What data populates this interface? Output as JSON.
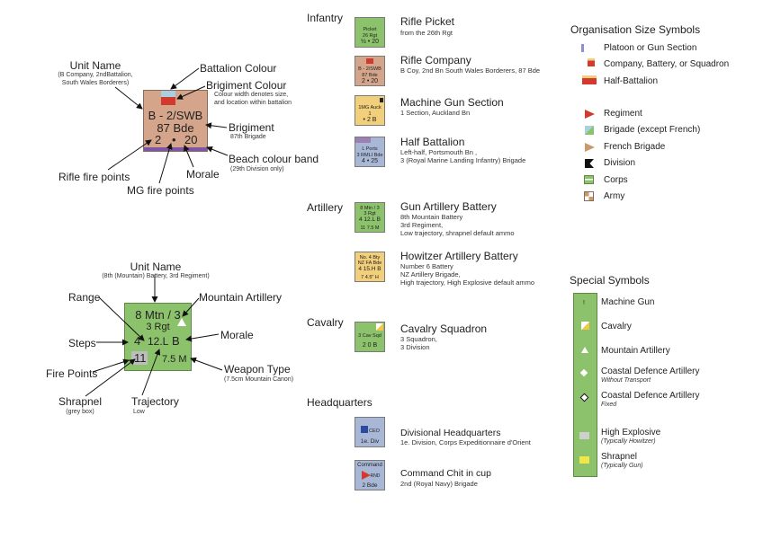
{
  "infantry_example": {
    "unit_name_title": "Unit Name",
    "unit_name_sub": [
      "(B Company, 2ndBattalion,",
      "South Wales Borderers)"
    ],
    "battalion_colour": "Battalion Colour",
    "brigiment_colour": "Brigiment Colour",
    "brigiment_colour_sub": [
      "Colour width denotes size,",
      "and location within battalion"
    ],
    "brigiment": "Brigiment",
    "brigiment_sub": "87th Brigade",
    "beach_band": "Beach colour band",
    "beach_band_sub": "(29th Division only)",
    "rifle_fire_points": "Rifle fire points",
    "mg_fire_points": "MG fire points",
    "morale": "Morale",
    "counter_line1": "B - 2/SWB",
    "counter_line2": "87 Bde",
    "counter_line3_left": "2",
    "counter_line3_mid": "•",
    "counter_line3_right": "20"
  },
  "artillery_example": {
    "unit_name_title": "Unit Name",
    "unit_name_sub": "(8th (Mountain) Battery, 3rd Regiment)",
    "range": "Range",
    "mountain_artillery": "Mountain Artillery",
    "steps": "Steps",
    "morale": "Morale",
    "fire_points": "Fire Points",
    "weapon_type": "Weapon Type",
    "weapon_type_sub": "(7.5cm Mountain Canon)",
    "shrapnel": "Shrapnel",
    "shrapnel_sub": "(grey box)",
    "trajectory": "Trajectory",
    "trajectory_sub": "Low",
    "counter_line1": "8 Mtn / 3",
    "counter_line2": "3 Rgt",
    "counter_line3_left": "4",
    "counter_line3_mid": "12.L",
    "counter_line3_right": "B",
    "counter_line4_left": "11",
    "counter_line4_right": "7.5 M"
  },
  "sections": {
    "infantry": "Infantry",
    "artillery": "Artillery",
    "cavalry": "Cavalry",
    "headquarters": "Headquarters"
  },
  "counters": [
    {
      "title": "Rifle Picket",
      "desc": [
        "from the 26th Rgt"
      ],
      "chit": [
        "Picket",
        "26 Rgt",
        "½  •  20"
      ]
    },
    {
      "title": "Rifle Company",
      "desc": [
        "B Coy, 2nd Bn South Wales Borderers, 87 Bde"
      ],
      "chit": [
        "B - 2/SWB",
        "87 Bde",
        "2  •  20"
      ]
    },
    {
      "title": "Machine Gun Section",
      "desc": [
        "1 Section, Auckland Bn"
      ],
      "chit": [
        "1MG Auck",
        "1",
        "•  2  B"
      ]
    },
    {
      "title": "Half Battalion",
      "desc": [
        "Left-half, Portsmouth Bn ,",
        "3 (Royal Marine Landing Infantry) Brigade"
      ],
      "chit": [
        "L  Ports",
        "3 RMLI Bde",
        "4  •  25"
      ]
    },
    {
      "title": "Gun Artillery Battery",
      "desc": [
        "8th Mountain Battery",
        "3rd Regiment,",
        "Low trajectory, shrapnel default ammo"
      ],
      "chit": [
        "8 Mtn / 3",
        "3 Rgt",
        "4  12.L  B",
        "11     7.5 M"
      ]
    },
    {
      "title": "Howitzer Artillery Battery",
      "desc": [
        "Number 6 Battery",
        "NZ Artillery Brigade,",
        "High trajectory, High Explosive default ammo"
      ],
      "chit": [
        "No. 4 Bty",
        "NZ FA Bde",
        "4  15.H  B",
        "7     4.5\" H"
      ]
    },
    {
      "title": "Cavalry Squadron",
      "desc": [
        "3 Squadron,",
        "3 Division"
      ],
      "chit": [
        "3 Cav Sqd",
        "2  0  B"
      ]
    },
    {
      "title": "Divisional Headquarters",
      "desc": [
        "1e. Division, Corps Expeditionnaire d'Orient"
      ],
      "chit": [
        "CEO",
        "1e. Div"
      ]
    },
    {
      "title": "Command Chit in cup",
      "desc": [
        "2nd (Royal Navy) Brigade"
      ],
      "chit": [
        "Command",
        "RND",
        "2 Bde"
      ]
    }
  ],
  "org_symbols": {
    "title": "Organisation Size Symbols",
    "items": [
      "Platoon or Gun Section",
      "Company, Battery, or Squadron",
      "Half-Battalion",
      "Regiment",
      "Brigade (except French)",
      "French Brigade",
      "Division",
      "Corps",
      "Army"
    ]
  },
  "special_symbols": {
    "title": "Special Symbols",
    "items": [
      {
        "label": "Machine Gun",
        "sub": ""
      },
      {
        "label": "Cavalry",
        "sub": ""
      },
      {
        "label": "Mountain Artillery",
        "sub": ""
      },
      {
        "label": "Coastal Defence Artillery",
        "sub": "Without Transport"
      },
      {
        "label": "Coastal Defence Artillery",
        "sub": "Fixed"
      },
      {
        "label": "High Explosive",
        "sub": "(Typically Howitzer)"
      },
      {
        "label": "Shrapnel",
        "sub": "(Typically Gun)"
      }
    ]
  },
  "colors": {
    "infantry_tan": "#d4a58a",
    "artillery_green": "#8cc26b",
    "hq_blue": "#a9b7d6",
    "mg_yellow": "#f2cf7a"
  }
}
